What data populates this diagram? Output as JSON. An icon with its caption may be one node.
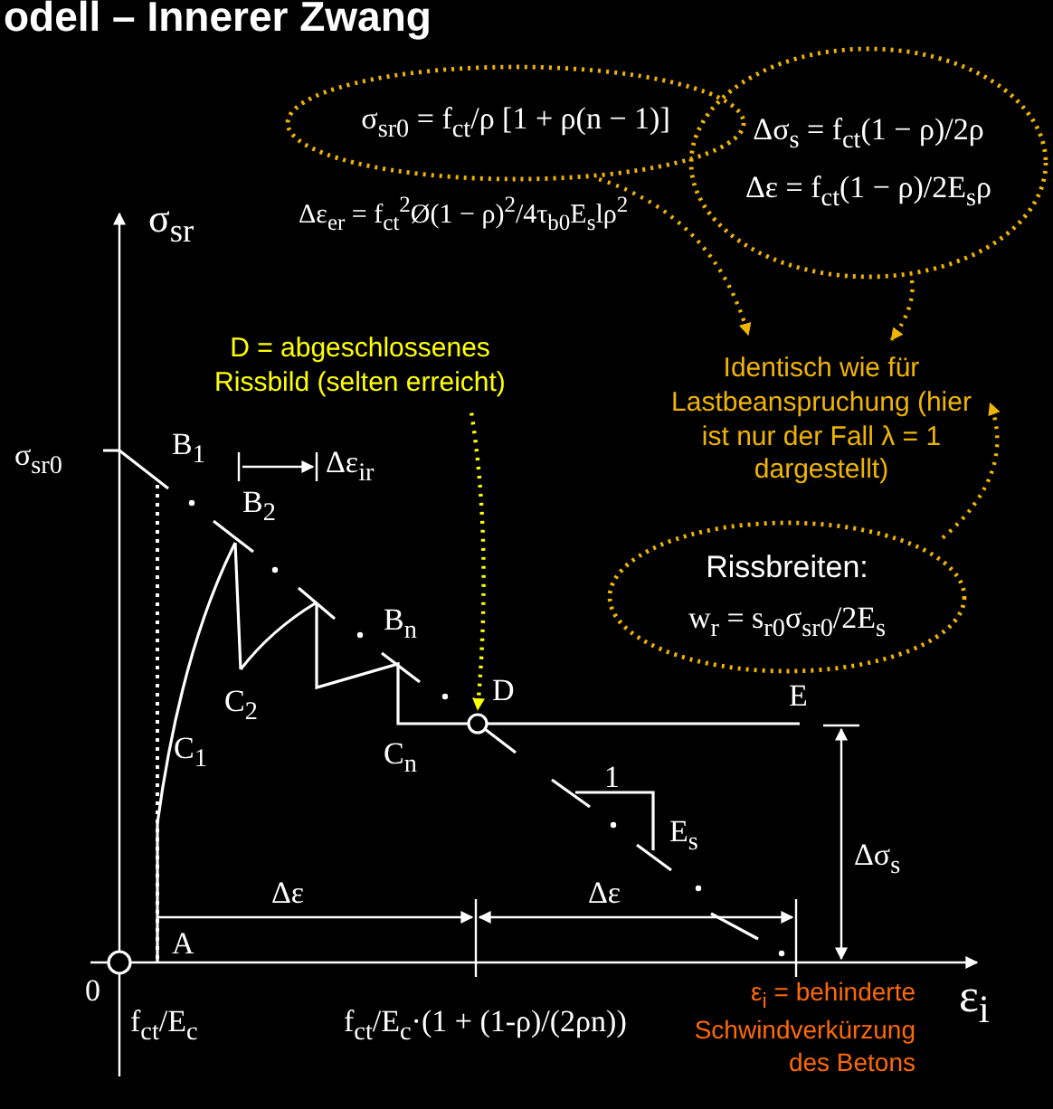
{
  "diagram": {
    "title": "odell – Innerer Zwang",
    "nodes": [
      {
        "text": [
          "σ$_{sr0}$ = f$_{ct}$/ρ [1 + ρ(n − 1)]"
        ]
      },
      {
        "text": [
          "Δσ$_{s}$ = f$_{ct}$(1 − ρ)/2ρ",
          "Δε = f$_{ct}$(1 − ρ)/2E$_{s}$ρ"
        ]
      },
      {
        "text": [
          "D = abgeschlossenes Rissbild (selten erreicht)"
        ]
      },
      {
        "text": [],
        "shape": "circle",
        "beside": [
          "D"
        ]
      },
      {
        "text": [
          "Identisch wie für Lastbeanspruchung (hier ist nur der Fall λ = 1 dargestellt)"
        ]
      },
      {
        "text": [
          "Rissbreiten:",
          "w$_{r}$ = s$_{r0}$σ$_{sr0}$/2E$_{s}$"
        ]
      }
    ],
    "edges": [
      {
        "from": 0,
        "to": 4,
        "arrow": "to",
        "style": "dashed"
      },
      {
        "from": 1,
        "to": 4,
        "arrow": "to",
        "style": "dashed"
      },
      {
        "from": 2,
        "to": 3,
        "arrow": "to",
        "style": "dashed",
        "color": "#ffff00"
      },
      {
        "from": 5,
        "to": 4,
        "arrow": "to",
        "style": "dashed"
      }
    ],
    "labels": [
      "σ$_{sr}$",
      "Δε$_{er}$ = f$_{ct}$$^{2}$Ø(1 − ρ)$^{2}$/4τ$_{b0}$E$_{s}$lρ$^{2}$",
      "σ$_{sr0}$",
      "B$_{1}$",
      "Δε$_{ir}$",
      "B$_{2}$",
      "B$_{n}$",
      "E",
      "C$_{2}$",
      "C$_{1}$",
      "C$_{n}$",
      "1",
      "E$_{s}$",
      "Δσ$_{s}$",
      "Δε",
      "Δε",
      "A",
      "0",
      "ε$_{i}$",
      "f$_{ct}$/E$_{c}$",
      "f$_{ct}$/E$_{c}$·(1 + (1-ρ)/(2ρn))",
      "ε$_{i}$ = behinderte Schwindverkürzung des Betons"
    ]
  }
}
